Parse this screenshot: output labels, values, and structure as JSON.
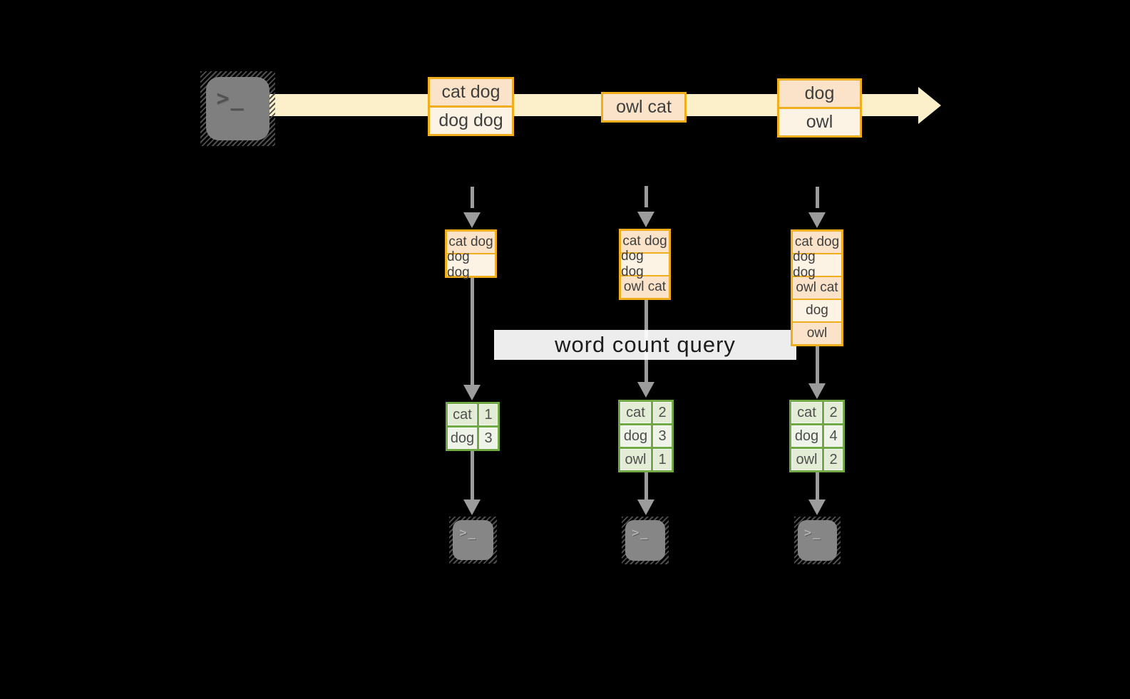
{
  "diagram": {
    "banner_label": "word count query",
    "prompt_glyph": ">_"
  },
  "timeline": {
    "events": [
      {
        "rows": [
          "cat dog",
          "dog dog"
        ]
      },
      {
        "rows": [
          "owl cat"
        ]
      },
      {
        "rows": [
          "dog",
          "owl"
        ]
      }
    ]
  },
  "columns": [
    {
      "stream_window": [
        "cat dog",
        "dog dog"
      ],
      "counts": [
        {
          "word": "cat",
          "count": "1"
        },
        {
          "word": "dog",
          "count": "3"
        }
      ]
    },
    {
      "stream_window": [
        "cat dog",
        "dog dog",
        "owl cat"
      ],
      "counts": [
        {
          "word": "cat",
          "count": "2"
        },
        {
          "word": "dog",
          "count": "3"
        },
        {
          "word": "owl",
          "count": "1"
        }
      ]
    },
    {
      "stream_window": [
        "cat dog",
        "dog dog",
        "owl cat",
        "dog",
        "owl"
      ],
      "counts": [
        {
          "word": "cat",
          "count": "2"
        },
        {
          "word": "dog",
          "count": "4"
        },
        {
          "word": "owl",
          "count": "2"
        }
      ]
    }
  ],
  "colors": {
    "background": "#000000",
    "stream_band": "#fcf0cb",
    "box_border": "#f0ad1c",
    "box_fill_dark": "#fae3c8",
    "box_fill_light": "#fdf3e4",
    "box_text": "#3f3f3f",
    "arrow_gray": "#9c9c9c",
    "banner_bg": "#ffffff",
    "banner_text": "#1c1c1c",
    "table_border": "#6faa45",
    "table_cell_dark": "#e3edd5",
    "table_cell_light": "#eef4e7",
    "terminal_body": "#7f7f7f"
  }
}
